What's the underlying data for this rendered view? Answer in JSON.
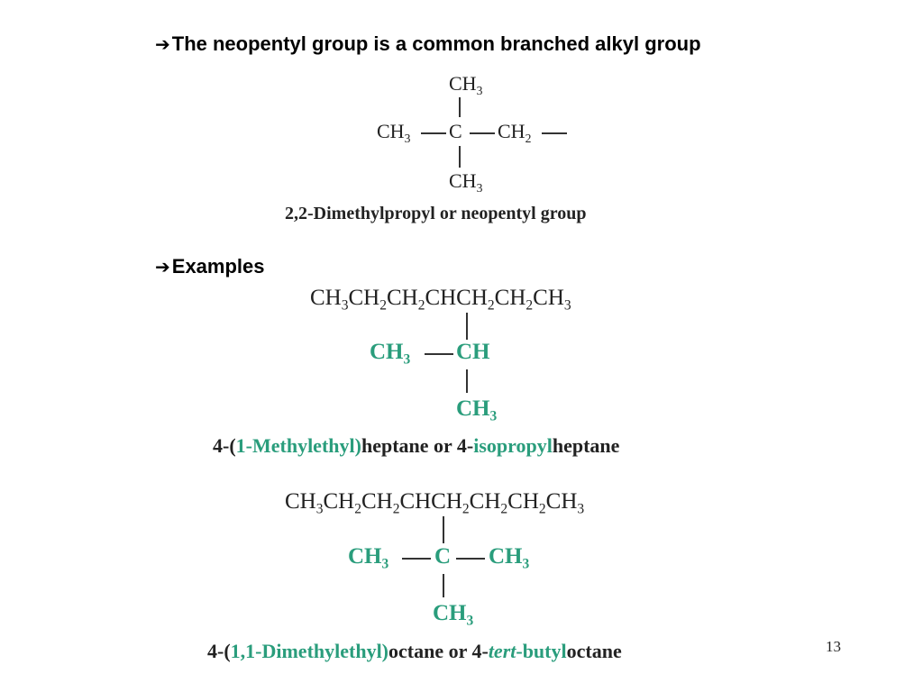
{
  "bullets": {
    "arrow": "➔",
    "neopentyl": "The neopentyl group is a common branched alkyl group",
    "examples": "Examples"
  },
  "neopentyl": {
    "top": "CH",
    "top_sub": "3",
    "left": "CH",
    "left_sub": "3",
    "center": "C",
    "right": "CH",
    "right_sub": "2",
    "bottom": "CH",
    "bottom_sub": "3",
    "caption": "2,2-Dimethylpropyl or neopentyl group"
  },
  "example1": {
    "chain": [
      {
        "t": "CH",
        "s": "3"
      },
      {
        "t": "CH",
        "s": "2"
      },
      {
        "t": "CH",
        "s": "2"
      },
      {
        "t": "CHCH",
        "s": "2"
      },
      {
        "t": "CH",
        "s": "2"
      },
      {
        "t": "CH",
        "s": "3"
      }
    ],
    "branch_left": "CH",
    "branch_left_sub": "3",
    "branch_center": "CH",
    "branch_bottom": "CH",
    "branch_bottom_sub": "3",
    "caption": {
      "p1": "4-(",
      "p2": "1-Methylethyl)",
      "p3": "heptane or 4-",
      "p4": "isopropyl",
      "p5": "heptane"
    }
  },
  "example2": {
    "chain": [
      {
        "t": "CH",
        "s": "3"
      },
      {
        "t": "CH",
        "s": "2"
      },
      {
        "t": "CH",
        "s": "2"
      },
      {
        "t": "CHCH",
        "s": "2"
      },
      {
        "t": "CH",
        "s": "2"
      },
      {
        "t": "CH",
        "s": "2"
      },
      {
        "t": "CH",
        "s": "3"
      }
    ],
    "branch_left": "CH",
    "branch_left_sub": "3",
    "branch_center": "C",
    "branch_right": "CH",
    "branch_right_sub": "3",
    "branch_bottom": "CH",
    "branch_bottom_sub": "3",
    "caption": {
      "p1": "4-(",
      "p2": "1,1-Dimethylethyl)",
      "p3": "octane or 4-",
      "p4": "tert",
      "p5": "-butyl",
      "p6": "octane"
    }
  },
  "page_number": "13",
  "colors": {
    "accent_teal": "#2a9d7c",
    "text": "#222222"
  }
}
